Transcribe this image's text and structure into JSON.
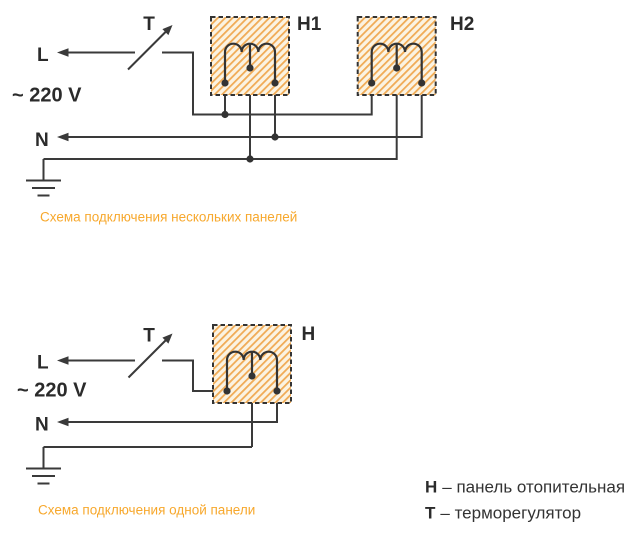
{
  "top_diagram": {
    "caption": "Схема подключения нескольких панелей",
    "thermostat_label": "T",
    "live_label": "L",
    "voltage_label": "~ 220 V",
    "neutral_label": "N",
    "panel1_label": "H1",
    "panel2_label": "H2"
  },
  "bottom_diagram": {
    "caption": "Схема подключения одной панели",
    "thermostat_label": "T",
    "live_label": "L",
    "voltage_label": "~ 220 V",
    "neutral_label": "N",
    "panel_label": "H"
  },
  "legend": {
    "panel": {
      "symbol": "H",
      "description": "– панель отопительная"
    },
    "thermostat": {
      "symbol": "T",
      "description": "– терморегулятор"
    }
  },
  "icons": {
    "ground_icon": "earth-ground-symbol",
    "switch_icon": "thermostat-switch-symbol",
    "coil_icon": "heating-element-coil-symbol"
  },
  "colors": {
    "wire": "#3a3a3a",
    "text": "#2b2b2b",
    "accent_orange": "#f7a82d",
    "hatch_background": "#fbf3e2",
    "hatch_stripe": "#f0ab56"
  }
}
